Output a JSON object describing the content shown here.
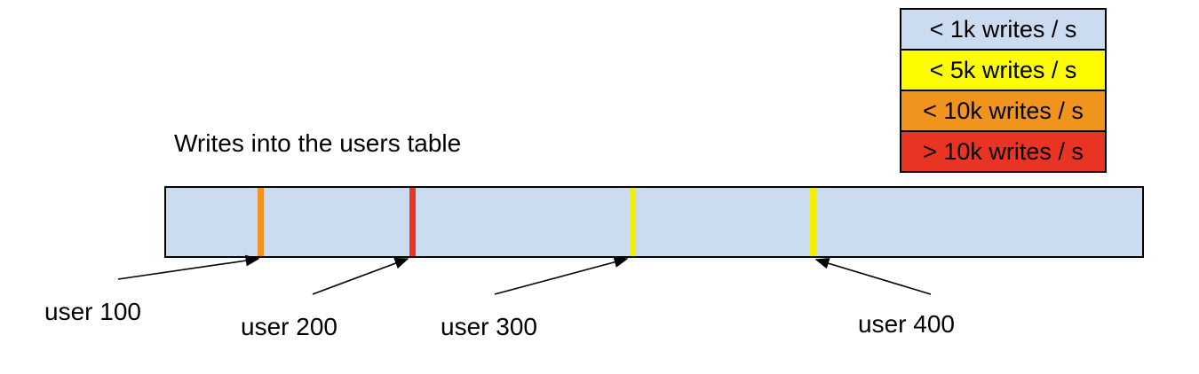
{
  "title": "Writes into the users table",
  "legend": {
    "items": [
      {
        "label": "< 1k writes / s",
        "color": "#cbdbf0"
      },
      {
        "label": "< 5k writes / s",
        "color": "#fdfd00"
      },
      {
        "label": "< 10k writes / s",
        "color": "#f0941e"
      },
      {
        "label": "> 10k writes / s",
        "color": "#ea3423"
      }
    ]
  },
  "bar": {
    "fill": "#cbdbf0",
    "marks": [
      {
        "user": "user 100",
        "rate": "< 10k writes / s",
        "color": "#f0941e",
        "x_pct": 9.6
      },
      {
        "user": "user 200",
        "rate": "> 10k writes / s",
        "color": "#ea3423",
        "x_pct": 25.2
      },
      {
        "user": "user 300",
        "rate": "< 5k writes / s",
        "color": "#f2f000",
        "x_pct": 47.8
      },
      {
        "user": "user 400",
        "rate": "< 5k writes / s",
        "color": "#f2f000",
        "x_pct": 66.2
      }
    ]
  },
  "callouts": [
    {
      "text": "user 100"
    },
    {
      "text": "user 200"
    },
    {
      "text": "user 300"
    },
    {
      "text": "user 400"
    }
  ]
}
